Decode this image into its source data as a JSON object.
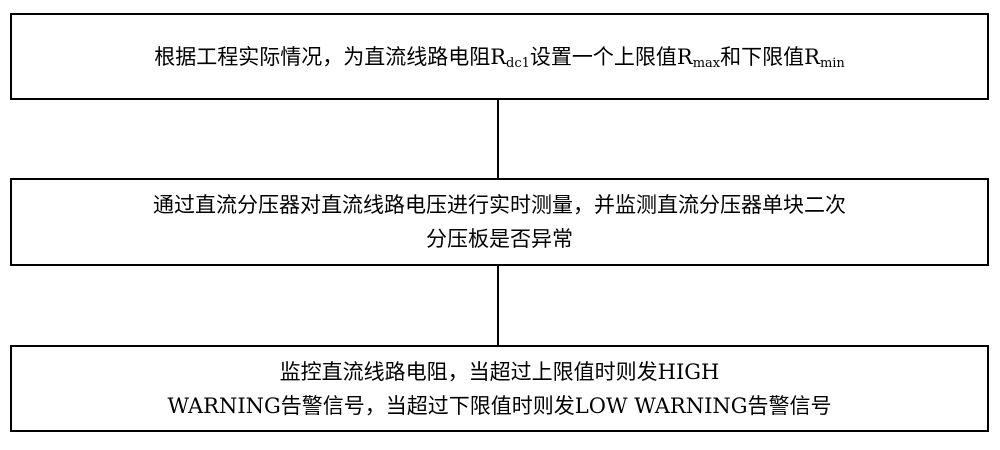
{
  "steps": [
    {
      "lines": [
        [
          "根据工程实际情况，为直流线路电阻R",
          "dc1",
          "设置一个上限值R",
          "max",
          "和下限值R",
          "min"
        ]
      ]
    },
    {
      "lines": [
        [
          "通过直流分压器对直流线路电压进行实时测量，并监测直流分压器单块二次"
        ],
        [
          "分压板是否异常"
        ]
      ]
    },
    {
      "lines": [
        [
          "监控直流线路电阻，当超过上限值时则发HIGH"
        ],
        [
          "WARNING告警信号，当超过下限值时则发LOW WARNING告警信号"
        ]
      ]
    }
  ]
}
